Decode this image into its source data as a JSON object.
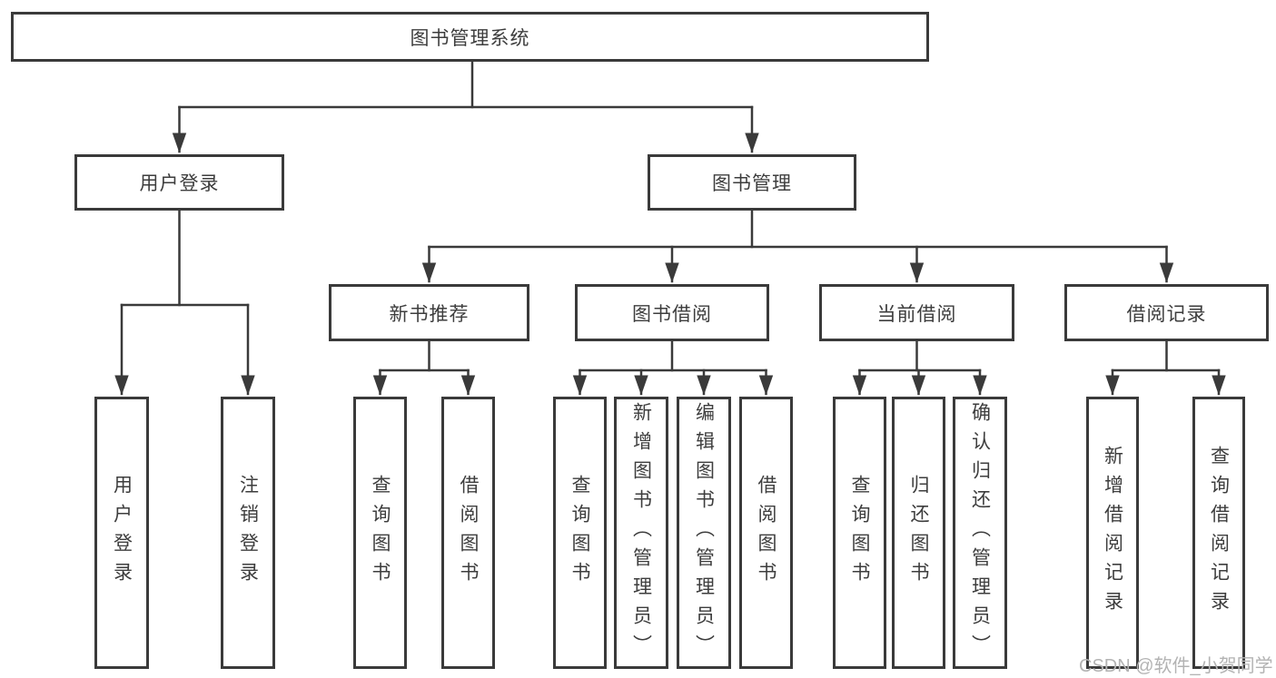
{
  "tree": {
    "root": {
      "label": "图书管理系统",
      "children": [
        {
          "label": "用户登录",
          "children": [
            {
              "label": "用户登录"
            },
            {
              "label": "注销登录"
            }
          ]
        },
        {
          "label": "图书管理",
          "children": [
            {
              "label": "新书推荐",
              "children": [
                {
                  "label": "查询图书"
                },
                {
                  "label": "借阅图书"
                }
              ]
            },
            {
              "label": "图书借阅",
              "children": [
                {
                  "label": "查询图书"
                },
                {
                  "label": "新增图书（管理员）"
                },
                {
                  "label": "编辑图书（管理员）"
                },
                {
                  "label": "借阅图书"
                }
              ]
            },
            {
              "label": "当前借阅",
              "children": [
                {
                  "label": "查询图书"
                },
                {
                  "label": "归还图书"
                },
                {
                  "label": "确认归还（管理员）"
                }
              ]
            },
            {
              "label": "借阅记录",
              "children": [
                {
                  "label": "新增借阅记录"
                },
                {
                  "label": "查询借阅记录"
                }
              ]
            }
          ]
        }
      ]
    }
  },
  "watermark": {
    "text": "CSDN @软件_小贺同学"
  },
  "colors": {
    "line": "#3a3a3a",
    "text": "#3d3d3d",
    "watermark": "#b3b3b3",
    "background": "#ffffff"
  }
}
